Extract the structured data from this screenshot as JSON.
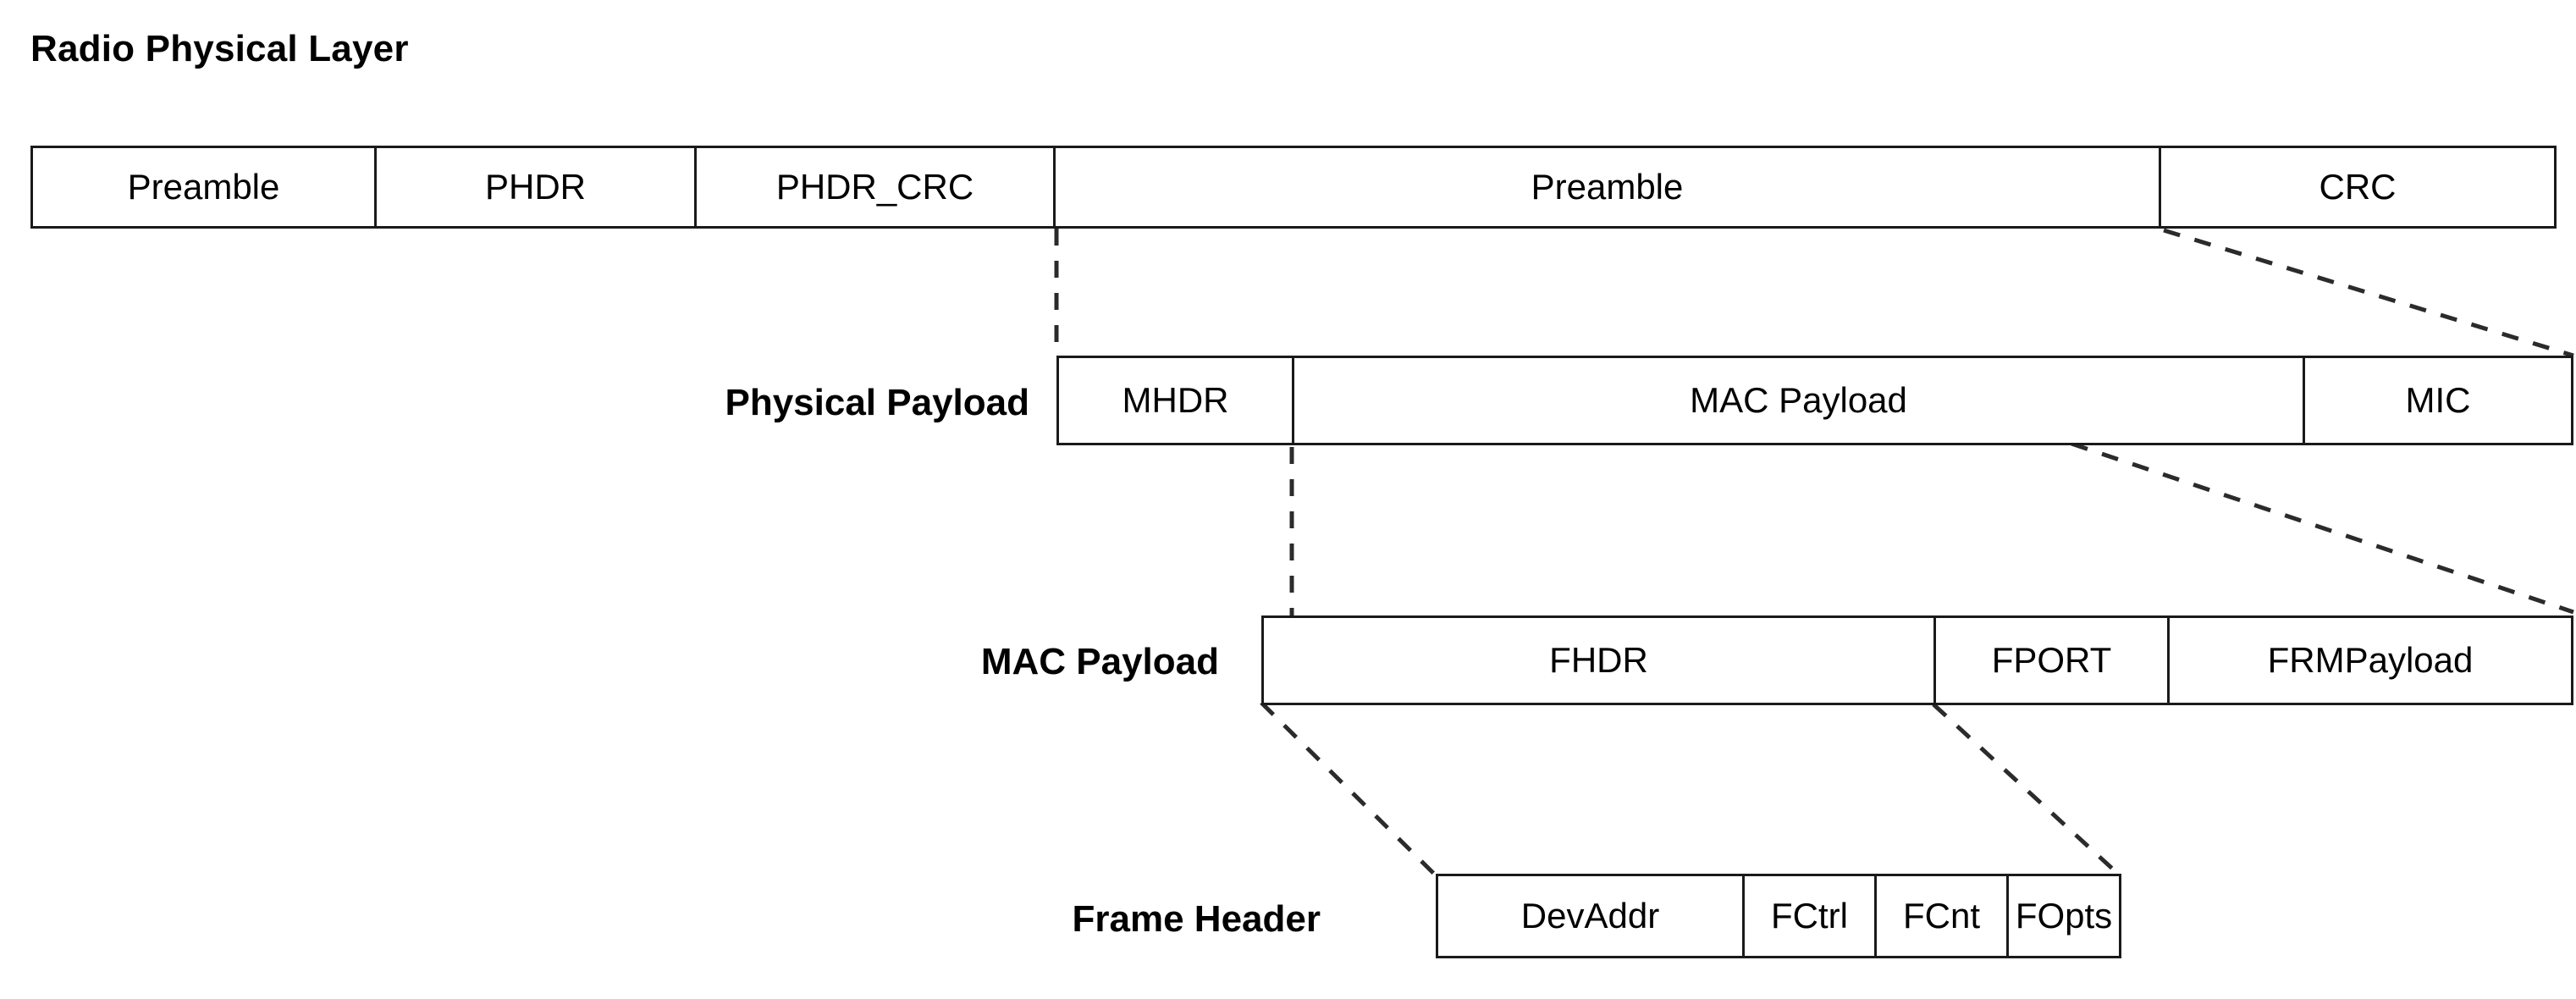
{
  "title": "Radio Physical Layer",
  "colors": {
    "box_border": "#1a1a1a",
    "connector": "#2b2b2b",
    "background": "#ffffff",
    "text": "#000000"
  },
  "rows": [
    {
      "id": "radio-physical-layer",
      "label": "",
      "cells": [
        {
          "text": "Preamble"
        },
        {
          "text": "PHDR"
        },
        {
          "text": "PHDR_CRC"
        },
        {
          "text": "Preamble"
        },
        {
          "text": "CRC"
        }
      ]
    },
    {
      "id": "physical-payload",
      "label": "Physical Payload",
      "cells": [
        {
          "text": "MHDR"
        },
        {
          "text": "MAC Payload"
        },
        {
          "text": "MIC"
        }
      ]
    },
    {
      "id": "mac-payload",
      "label": "MAC Payload",
      "cells": [
        {
          "text": "FHDR"
        },
        {
          "text": "FPORT"
        },
        {
          "text": "FRMPayload"
        }
      ]
    },
    {
      "id": "frame-header",
      "label": "Frame Header",
      "cells": [
        {
          "text": "DevAddr"
        },
        {
          "text": "FCtrl"
        },
        {
          "text": "FCnt"
        },
        {
          "text": "FOpts"
        }
      ]
    }
  ],
  "connectors": [
    {
      "name": "phdr-crc-to-physical-payload-left",
      "style": "dashed",
      "kind": "vertical"
    },
    {
      "name": "crc-to-mic-right",
      "style": "dashed",
      "kind": "diagonal"
    },
    {
      "name": "mhdr-to-mac-payload-left",
      "style": "dashed",
      "kind": "vertical"
    },
    {
      "name": "mic-to-frmpayload-right",
      "style": "dashed",
      "kind": "diagonal"
    },
    {
      "name": "fhdr-to-frame-header-left",
      "style": "dashed",
      "kind": "diagonal"
    },
    {
      "name": "fport-to-fopts-right",
      "style": "dashed",
      "kind": "diagonal"
    }
  ]
}
